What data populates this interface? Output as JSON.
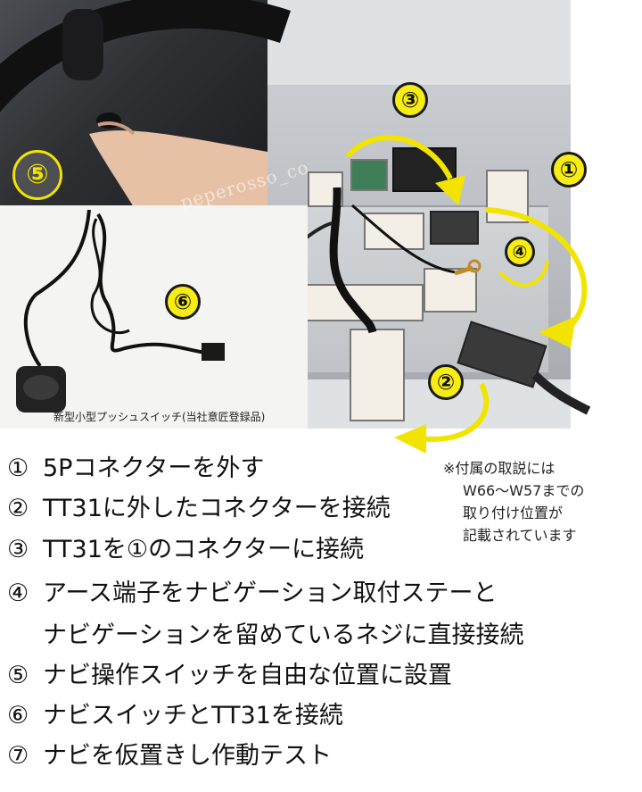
{
  "badges": {
    "b1": "①",
    "b2": "②",
    "b3": "③",
    "b4": "④",
    "b5": "⑤",
    "b6": "⑥"
  },
  "watermark": "peperosso_co",
  "switch_caption": "新型小型プッシュスイッチ(当社意匠登録品)",
  "note": {
    "line1": "※付属の取説には",
    "line2": "W66～W57までの",
    "line3": "取り付け位置が",
    "line4": "記載されています"
  },
  "steps": [
    {
      "marker": "①",
      "text": "5Pコネクターを外す"
    },
    {
      "marker": "②",
      "text": "TT31に外したコネクターを接続"
    },
    {
      "marker": "③",
      "text": "TT31を①のコネクターに接続"
    },
    {
      "marker": "④",
      "text": "アース端子をナビゲーション取付ステーと"
    },
    {
      "marker": "",
      "text": "ナビゲーションを留めているネジに直接接続"
    },
    {
      "marker": "⑤",
      "text": "ナビ操作スイッチを自由な位置に設置"
    },
    {
      "marker": "⑥",
      "text": "ナビスイッチとTT31を接続"
    },
    {
      "marker": "⑦",
      "text": "ナビを仮置きし作動テスト"
    }
  ],
  "colors": {
    "badge_fill": "#f7ec13",
    "arrow_yellow": "#f2e400"
  }
}
